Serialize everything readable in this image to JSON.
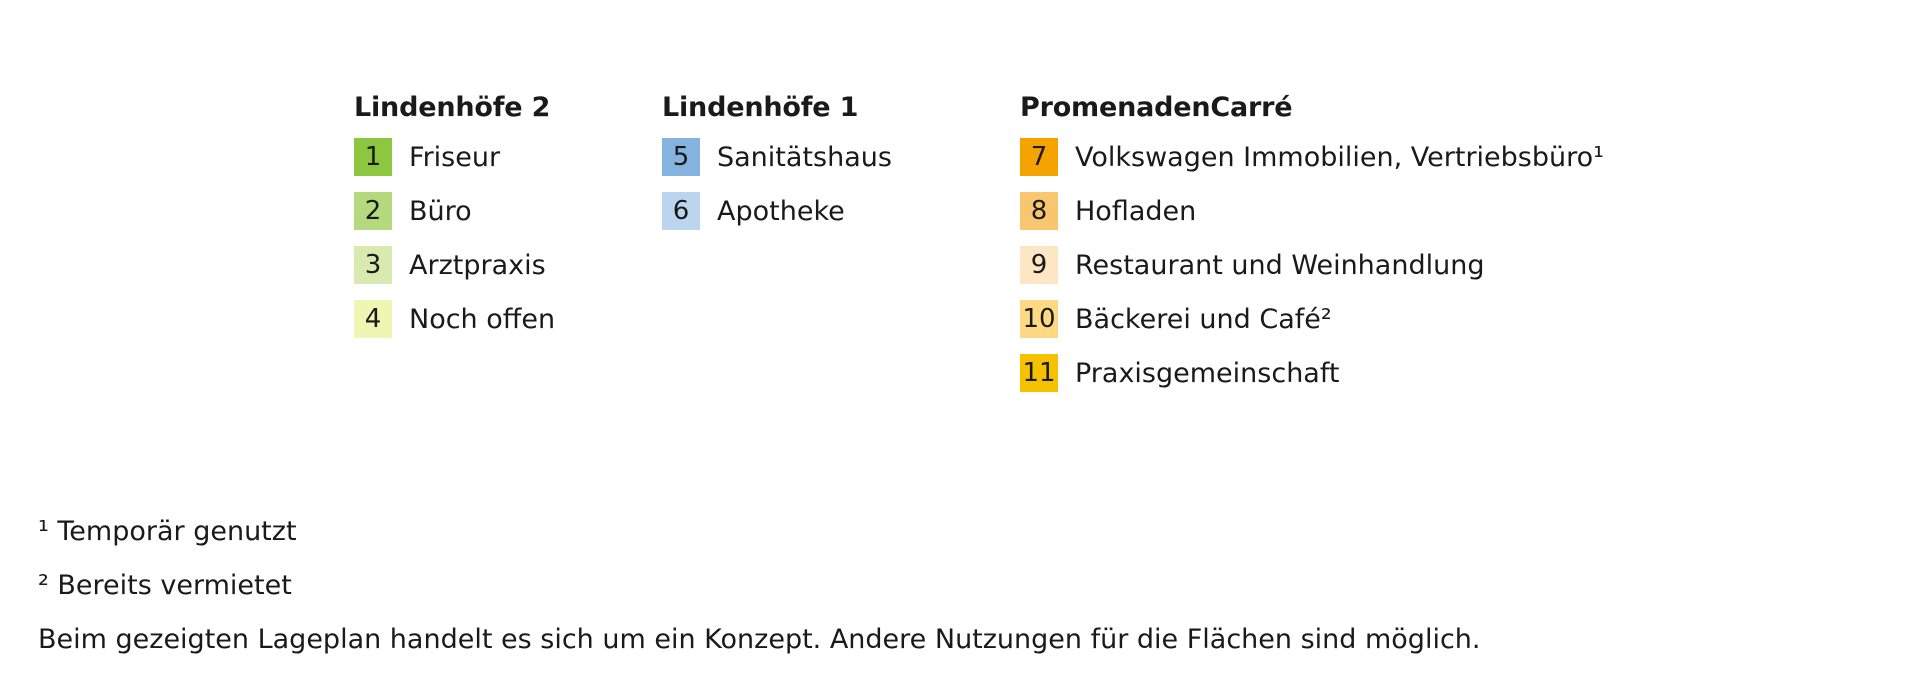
{
  "groups": [
    {
      "title": "Lindenhöfe 2",
      "items": [
        {
          "number": "1",
          "label": "Friseur",
          "color": "#8dc63f"
        },
        {
          "number": "2",
          "label": "Büro",
          "color": "#b5d97f"
        },
        {
          "number": "3",
          "label": "Arztpraxis",
          "color": "#d8eab0"
        },
        {
          "number": "4",
          "label": "Noch offen",
          "color": "#eef6b4"
        }
      ]
    },
    {
      "title": "Lindenhöfe 1",
      "items": [
        {
          "number": "5",
          "label": "Sanitätshaus",
          "color": "#85b2de"
        },
        {
          "number": "6",
          "label": "Apotheke",
          "color": "#bcd5ee"
        }
      ]
    },
    {
      "title": "PromenadenCarré",
      "items": [
        {
          "number": "7",
          "label": "Volkswagen Immobilien, Vertriebsbüro¹",
          "color": "#f5a300"
        },
        {
          "number": "8",
          "label": "Hofladen",
          "color": "#f8c66e"
        },
        {
          "number": "9",
          "label": "Restaurant und Weinhandlung",
          "color": "#fde6c3"
        },
        {
          "number": "10",
          "label": "Bäckerei und Café²",
          "color": "#fcd982"
        },
        {
          "number": "11",
          "label": "Praxisgemeinschaft",
          "color": "#f6c200"
        }
      ]
    }
  ],
  "footnotes": {
    "note1": "¹ Temporär genutzt",
    "note2": "² Bereits vermietet",
    "disclaimer": "Beim gezeigten Lageplan handelt es sich um ein Konzept. Andere Nutzungen für die Flächen sind möglich."
  }
}
